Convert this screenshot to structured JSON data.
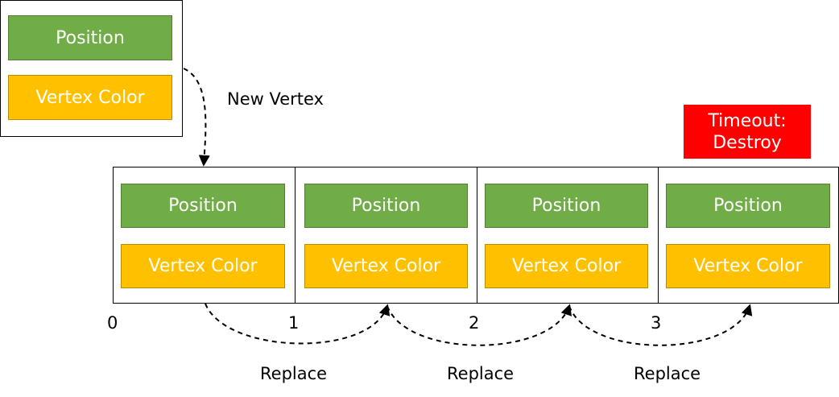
{
  "new_vertex": {
    "position_label": "Position",
    "color_label": "Vertex Color",
    "caption": "New Vertex"
  },
  "timeout": {
    "line1": "Timeout:",
    "line2": "Destroy"
  },
  "buffer": {
    "slots": [
      {
        "position_label": "Position",
        "color_label": "Vertex Color"
      },
      {
        "position_label": "Position",
        "color_label": "Vertex Color"
      },
      {
        "position_label": "Position",
        "color_label": "Vertex Color"
      },
      {
        "position_label": "Position",
        "color_label": "Vertex Color"
      }
    ],
    "indices": [
      "0",
      "1",
      "2",
      "3"
    ]
  },
  "replace_labels": [
    "Replace",
    "Replace",
    "Replace"
  ],
  "colors": {
    "position": "#70ad47",
    "vertex_color": "#ffc000",
    "timeout": "#ff0000"
  }
}
